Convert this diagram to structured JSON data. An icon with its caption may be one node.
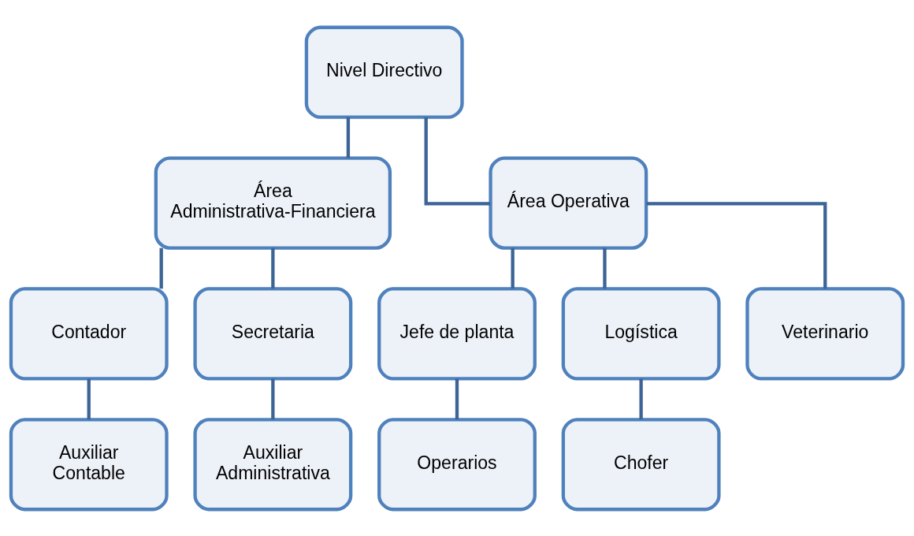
{
  "diagram": {
    "nodes": [
      {
        "text": [
          "Nivel Directivo"
        ]
      },
      {
        "text": [
          "Área Administrativa-Financiera"
        ]
      },
      {
        "text": [
          "Área Operativa"
        ]
      },
      {
        "text": [
          "Contador"
        ]
      },
      {
        "text": [
          "Secretaria"
        ]
      },
      {
        "text": [
          "Jefe de planta"
        ]
      },
      {
        "text": [
          "Logística"
        ]
      },
      {
        "text": [
          "Veterinario"
        ]
      },
      {
        "text": [
          "Auxiliar Contable"
        ]
      },
      {
        "text": [
          "Auxiliar Administrativa"
        ]
      },
      {
        "text": [
          "Operarios"
        ]
      },
      {
        "text": [
          "Chofer"
        ]
      }
    ],
    "edges": [
      {
        "from": 0,
        "to": 1,
        "arrow": "none"
      },
      {
        "from": 0,
        "to": 2,
        "arrow": "none"
      },
      {
        "from": 1,
        "to": 3,
        "arrow": "none"
      },
      {
        "from": 1,
        "to": 4,
        "arrow": "none"
      },
      {
        "from": 2,
        "to": 5,
        "arrow": "none"
      },
      {
        "from": 2,
        "to": 6,
        "arrow": "none"
      },
      {
        "from": 2,
        "to": 7,
        "arrow": "none"
      },
      {
        "from": 3,
        "to": 8,
        "arrow": "none"
      },
      {
        "from": 4,
        "to": 9,
        "arrow": "none"
      },
      {
        "from": 5,
        "to": 10,
        "arrow": "none"
      },
      {
        "from": 6,
        "to": 11,
        "arrow": "none"
      }
    ]
  }
}
